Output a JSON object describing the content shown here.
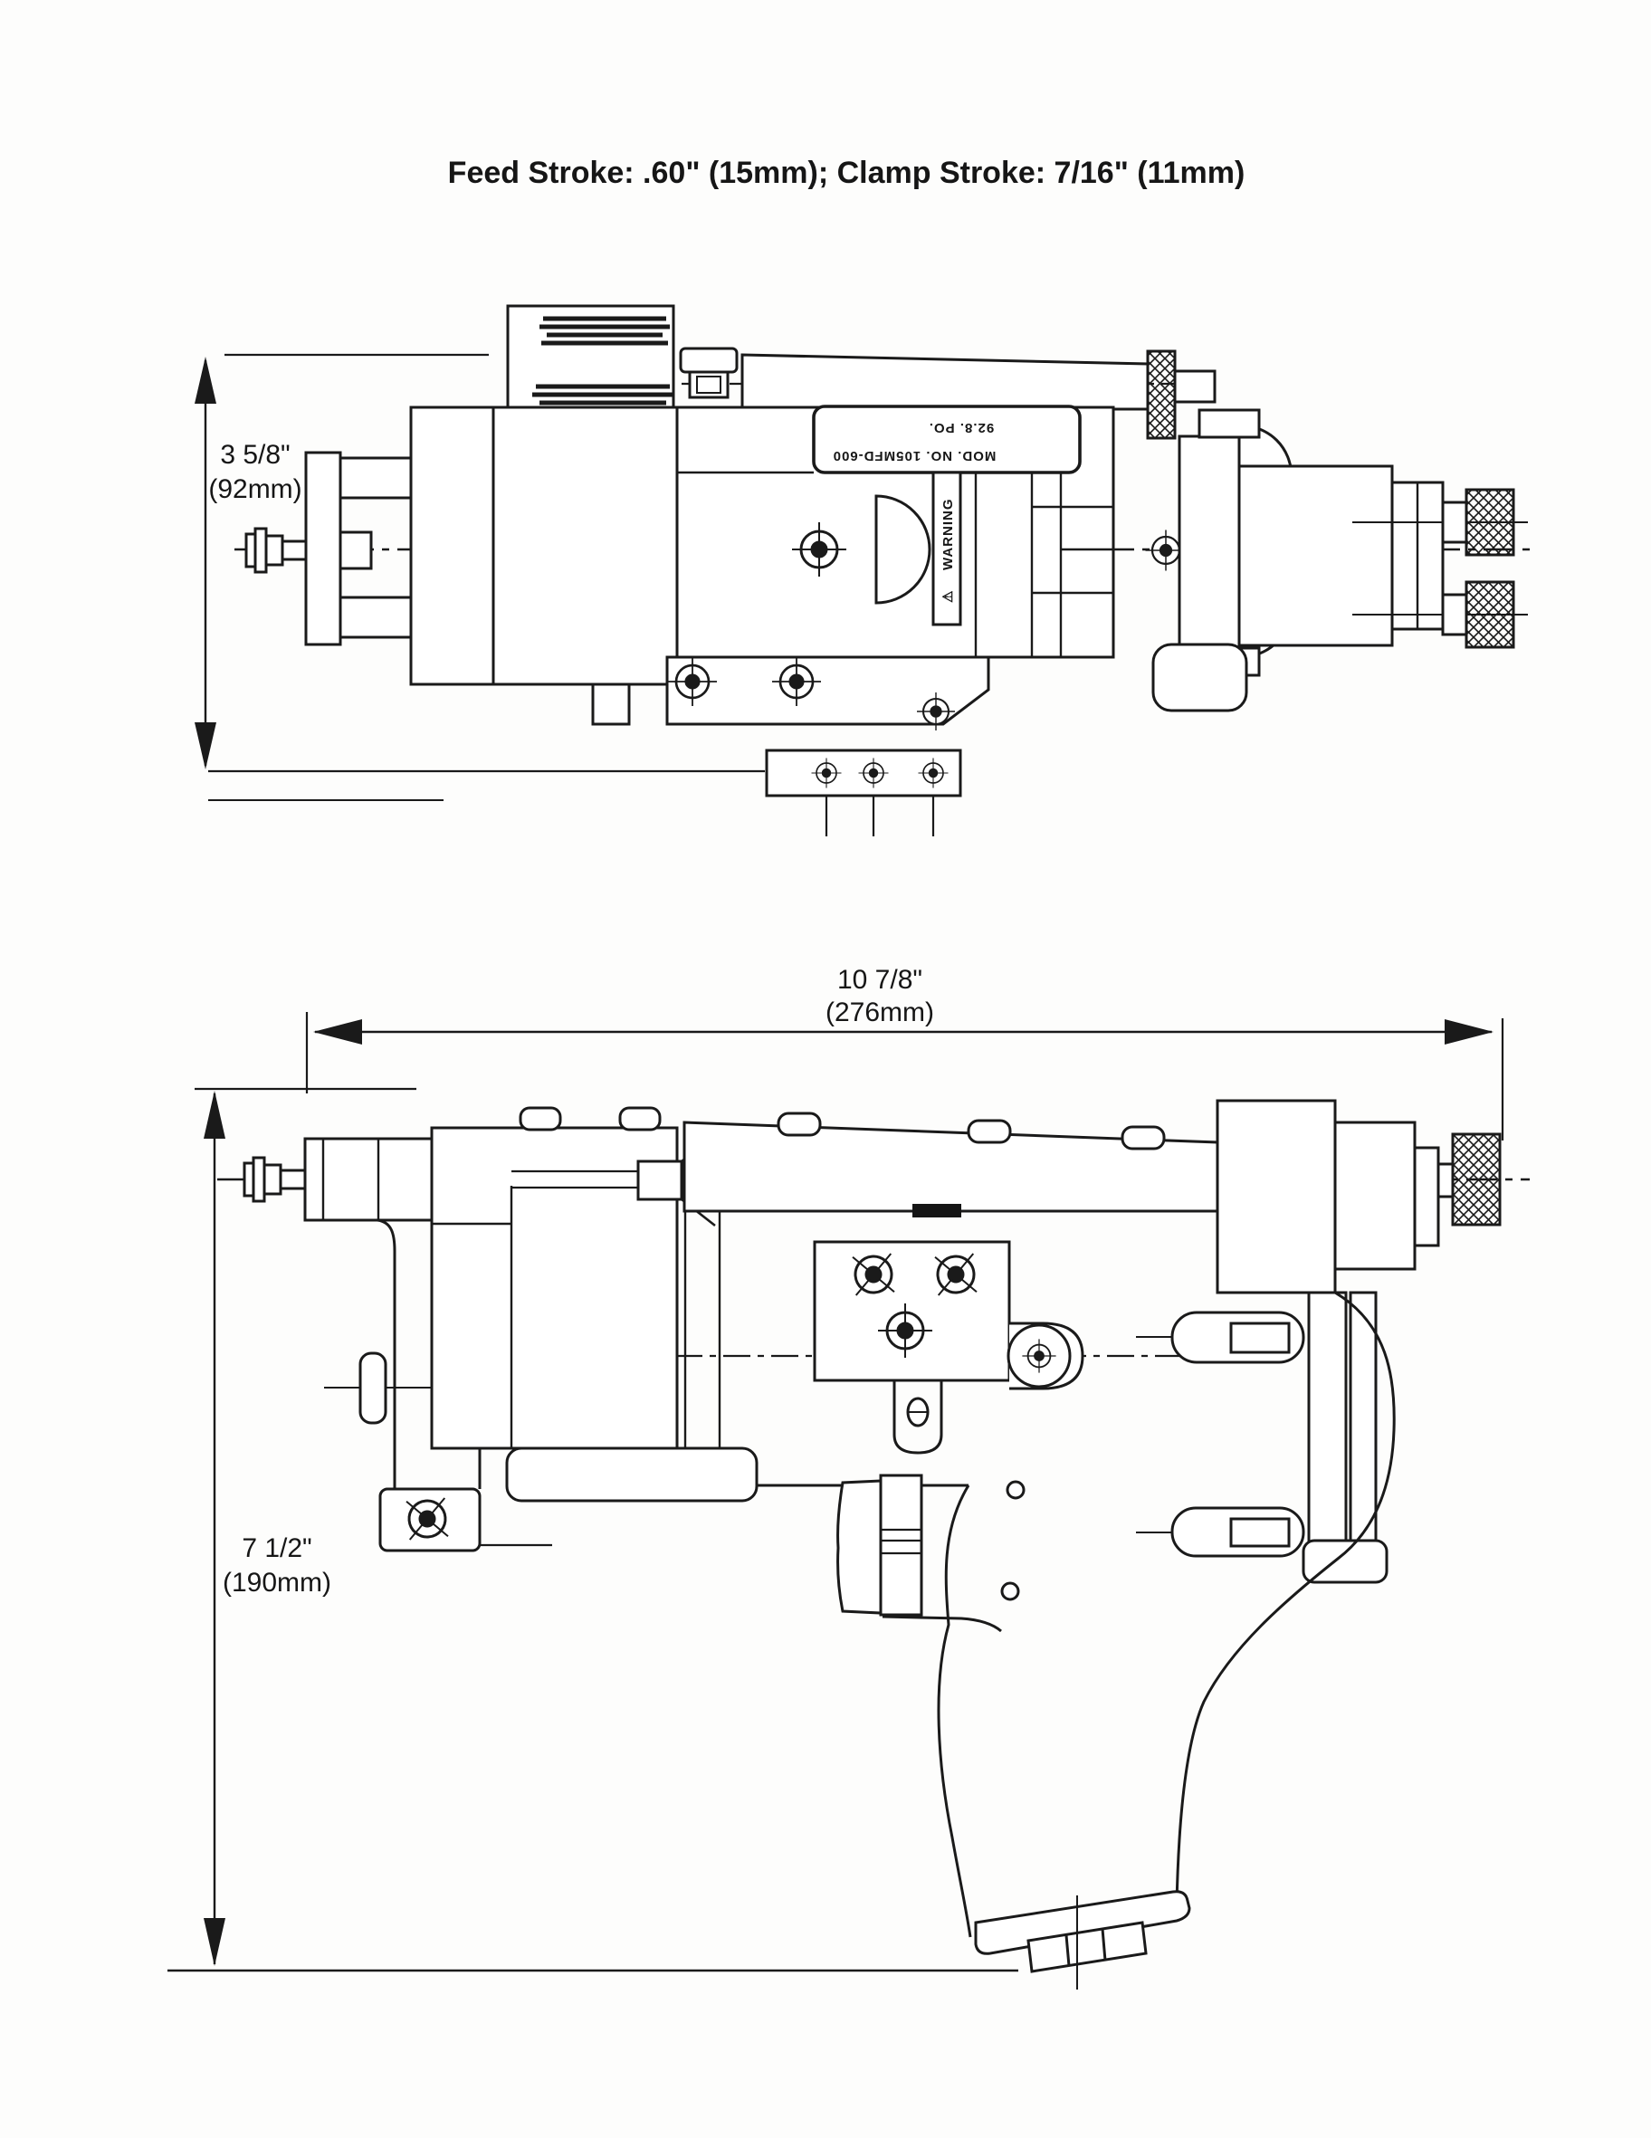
{
  "page": {
    "title": "Feed Stroke: .60\" (15mm); Clamp Stroke: 7/16\" (11mm)",
    "background_color": "#fdfdfc",
    "line_color": "#1a1a1a"
  },
  "top_view": {
    "name": "top view of tool",
    "height_dim": {
      "value": "3 5/8\"",
      "metric": "(92mm)"
    },
    "label_plate": {
      "orientation": "rotated-180",
      "line1": "92.8. PO.",
      "line2": "MOD. NO. 105MFD-600"
    },
    "warning": {
      "glyph": "⚠",
      "text": "WARNING",
      "orientation": "vertical"
    }
  },
  "side_view": {
    "name": "side view of tool",
    "width_dim": {
      "value": "10 7/8\"",
      "metric": "(276mm)"
    },
    "height_dim": {
      "value": "7 1/2\"",
      "metric": "(190mm)"
    }
  }
}
